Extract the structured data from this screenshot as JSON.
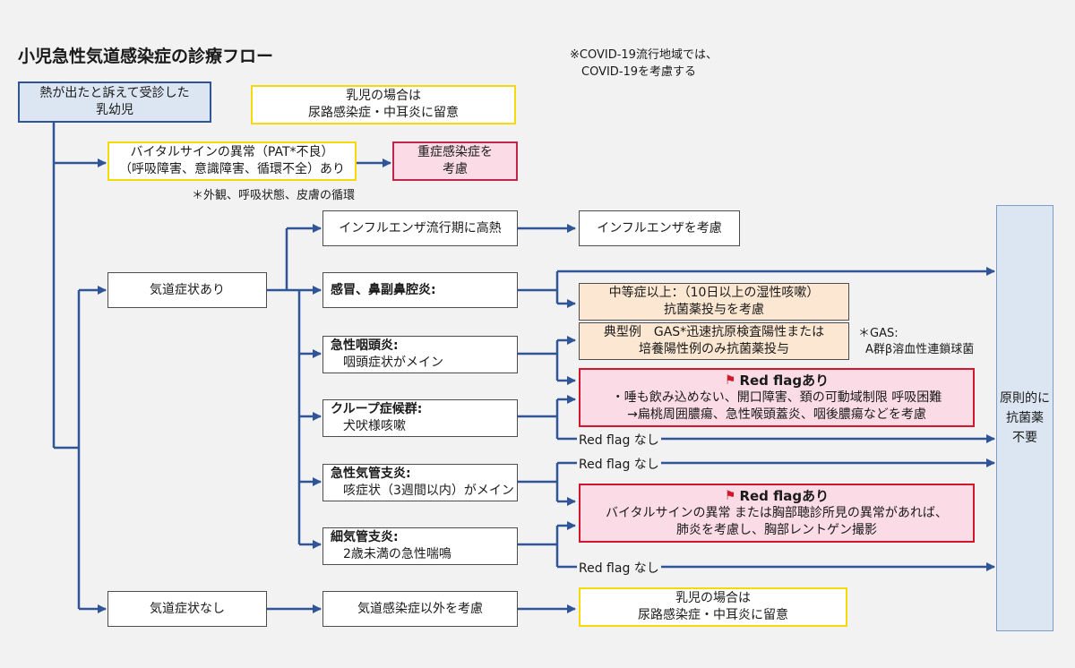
{
  "title": "小児急性気道感染症の診療フロー",
  "covid_note": [
    "※COVID-19流行地域では、",
    "COVID-19を考慮する"
  ],
  "start": [
    "熱が出たと訴えて受診した",
    "乳幼児"
  ],
  "infant_note_top": [
    "乳児の場合は",
    "尿路感染症・中耳炎に留意"
  ],
  "vital": [
    "バイタルサインの異常（PAT*不良）",
    "（呼吸障害、意識障害、循環不全）あり"
  ],
  "severe": [
    "重症感染症を",
    "考慮"
  ],
  "pat_note": "＊外観、呼吸状態、皮膚の循環",
  "resp_yes": "気道症状あり",
  "resp_no": "気道症状なし",
  "flu_season": "インフルエンザ流行期に高熱",
  "flu_consider": "インフルエンザを考慮",
  "cold": "感冒、鼻副鼻腔炎:",
  "moderate": [
    "中等症以上：（10日以上の湿性咳嗽）",
    "抗菌薬投与を考慮"
  ],
  "pharyngitis": [
    "急性咽頭炎:",
    "咽頭症状がメイン"
  ],
  "typical": [
    "典型例　GAS*迅速抗原検査陽性または",
    "培養陽性例のみ抗菌薬投与"
  ],
  "gas_note": [
    "＊GAS:",
    "A群β溶血性連鎖球菌"
  ],
  "croup": [
    "クループ症候群:",
    "犬吠様咳嗽"
  ],
  "bronchitis": [
    "急性気管支炎:",
    "咳症状（3週間以内）がメイン"
  ],
  "bronchiolitis": [
    "細気管支炎:",
    "2歳未満の急性喘鳴"
  ],
  "redflag1": {
    "head": "Red flagあり",
    "lines": [
      "・唾も飲み込めない、開口障害、頚の可動域制限 呼吸困難",
      "→扁桃周囲膿瘍、急性喉頭蓋炎、咽後膿瘍などを考慮"
    ]
  },
  "redflag2": {
    "head": "Red flagあり",
    "lines": [
      "バイタルサインの異常 または胸部聴診所見の異常があれば、",
      "肺炎を考慮し、胸部レントゲン撮影"
    ]
  },
  "no_redflag": "Red flag なし",
  "non_resp": "気道感染症以外を考慮",
  "infant_note_bottom": [
    "乳児の場合は",
    "尿路感染症・中耳炎に留意"
  ],
  "no_antibiotics": [
    "原則的に",
    "抗菌薬",
    "不要"
  ],
  "colors": {
    "arrow": "#2f5597",
    "box_border": "#4d4d4d",
    "blue_fill": "#dce6f2",
    "yellow_border": "#f5d90a",
    "pink_fill": "#fadbe6",
    "red_border": "#d0172b",
    "peach_fill": "#fce7d3"
  },
  "icons": {
    "flag": "red-flag-icon"
  }
}
